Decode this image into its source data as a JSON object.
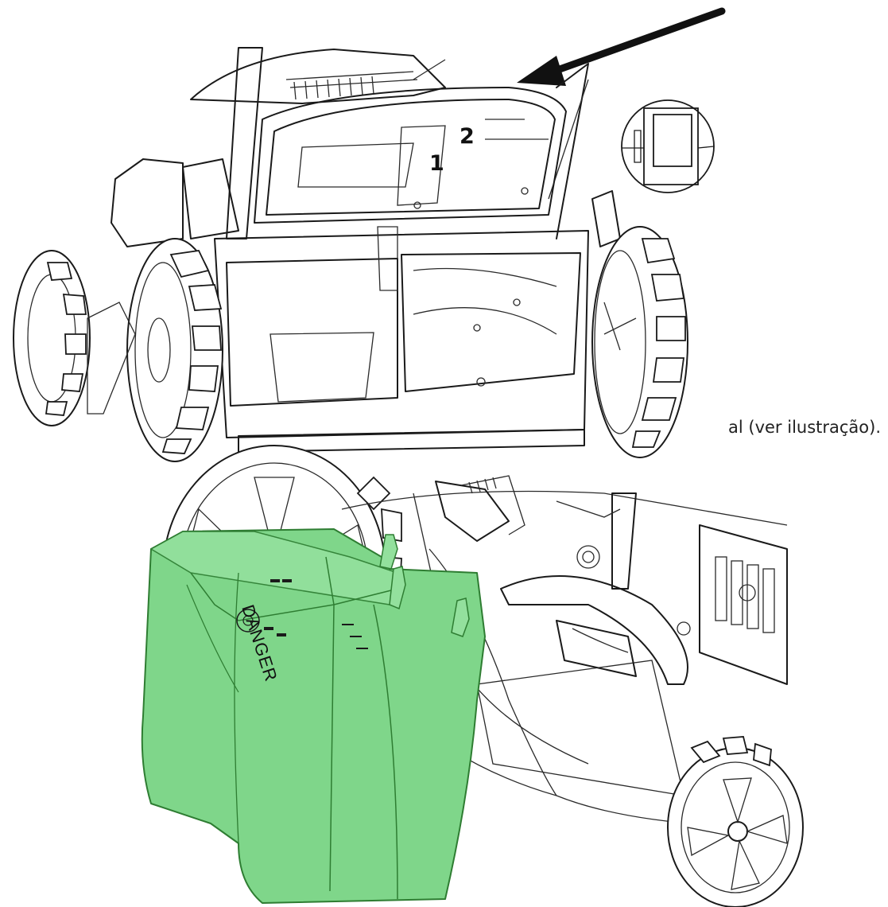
{
  "labels": {
    "callout_1": "1",
    "callout_2": "2"
  },
  "caption": "al (ver ilustração).",
  "shield": {
    "warning_text": "DANGER"
  },
  "colors": {
    "deflector": "#7fd68a",
    "deflector_stroke": "#2e7d32",
    "line": "#1a1a1a"
  },
  "icons": {
    "arrow": "arrow-pointing-to-rear-flap",
    "detail": "detail-zoom-circle"
  }
}
